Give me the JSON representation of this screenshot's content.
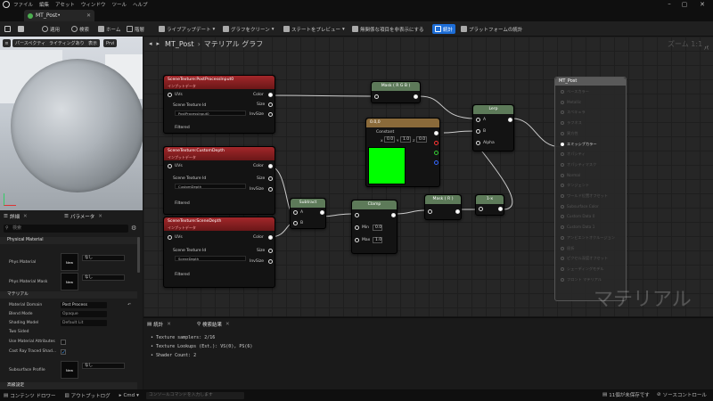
{
  "menu": [
    "ファイル",
    "編集",
    "アセット",
    "ウィンドウ",
    "ツール",
    "ヘルプ"
  ],
  "tab": {
    "title": "MT_Post•"
  },
  "toolbar": {
    "apply": "適用",
    "search": "検索",
    "home": "ホーム",
    "hierarchy": "階層",
    "live_update": "ライブアップデート",
    "clean_graph": "グラフをクリーン",
    "preview_state": "ステートをプレビュー",
    "hide_unrelated": "無関係な項目を非表示にする",
    "stats": "統計",
    "platform_stats": "プラットフォームの統計"
  },
  "viewport": {
    "perspective": "パースペクティブ",
    "lit": "ライティングあり",
    "show": "表示",
    "prev": "Prvi"
  },
  "details": {
    "tab_details": "詳細",
    "tab_params": "パラメータ",
    "search_placeholder": "検索",
    "physical_section": "Physical Material",
    "phys_material": "Phys Material",
    "phys_material_mask": "Phys Material Mask",
    "none": "なし",
    "new_label": "New",
    "material_section": "マテリアル",
    "material_domain": "Material Domain",
    "material_domain_val": "Post Process",
    "blend_mode": "Blend Mode",
    "blend_mode_val": "Opaque",
    "shading_model": "Shading Model",
    "shading_model_val": "Default Lit",
    "two_sided": "Two Sided",
    "use_material_attributes": "Use Material Attributes",
    "cast_ray_traced": "Cast Ray Traced Shad...",
    "subsurface_profile": "Subsurface Profile",
    "footer_section": "高級設定"
  },
  "graph": {
    "breadcrumb_asset": "MT_Post",
    "breadcrumb_sep": "›",
    "breadcrumb_page": "マテリアル グラフ",
    "zoom": "ズーム 1:1",
    "watermark": "マテリアル",
    "nodes": {
      "st1_title": "SceneTexture:PostProcessInput0",
      "st1_sub": "インプットデータ",
      "st1_id": "PostProcessInput0",
      "st2_title": "SceneTexture:CustomDepth",
      "st2_sub": "インプットデータ",
      "st2_id": "CustomDepth",
      "st3_title": "SceneTexture:SceneDepth",
      "st3_sub": "インプットデータ",
      "st3_id": "SceneDepth",
      "uvs": "UVs",
      "scene_texture_id": "Scene Texture Id",
      "color": "Color",
      "size": "Size",
      "invsize": "InvSize",
      "filtered": "Filtered",
      "mask_rgb": "Mask ( R G B )",
      "mask_r": "Mask ( R )",
      "const_title": "0.0,0",
      "constant": "Constant",
      "const_x": "0.0",
      "const_y": "1.0",
      "const_z": "0.0",
      "lerp": "Lerp",
      "a": "A",
      "b": "B",
      "alpha": "Alpha",
      "subtract": "Subtract",
      "clamp": "Clamp",
      "min": "Min",
      "min_val": "0.0",
      "max": "Max",
      "max_val": "1.0",
      "one_minus": "1-x",
      "mat_title": "MT_Post",
      "mat_items": [
        "ベースカラー",
        "Metallic",
        "スペキュラ",
        "ラフネス",
        "異方性",
        "エミッシブカラー",
        "オパシティ",
        "オパシティマスク",
        "Normal",
        "タンジェント",
        "ワールド位置オフセット",
        "Subsurface Color",
        "Custom Data 0",
        "Custom Data 1",
        "アンビエントオクルージョン",
        "屈折",
        "ピクセル深度オフセット",
        "シェーディングモデル",
        "フロント マテリアル"
      ]
    },
    "accent_green": "#00ff00",
    "selection_blue": "#1d6dd6"
  },
  "stats": {
    "tab_stats": "統計",
    "tab_search": "検索結果",
    "lines": [
      "Texture samplers: 2/16",
      "Texture Lookups (Est.): VS(0), PS(6)",
      "Shader Count: 2"
    ]
  },
  "statusbar": {
    "content_drawer": "コンテンツ ドロワー",
    "output_log": "アウトプットログ",
    "cmd": "Cmd",
    "console_placeholder": "コンソールコマンドを入力します",
    "unsaved": "11個が未保存です",
    "source_control": "ソースコントロール"
  }
}
